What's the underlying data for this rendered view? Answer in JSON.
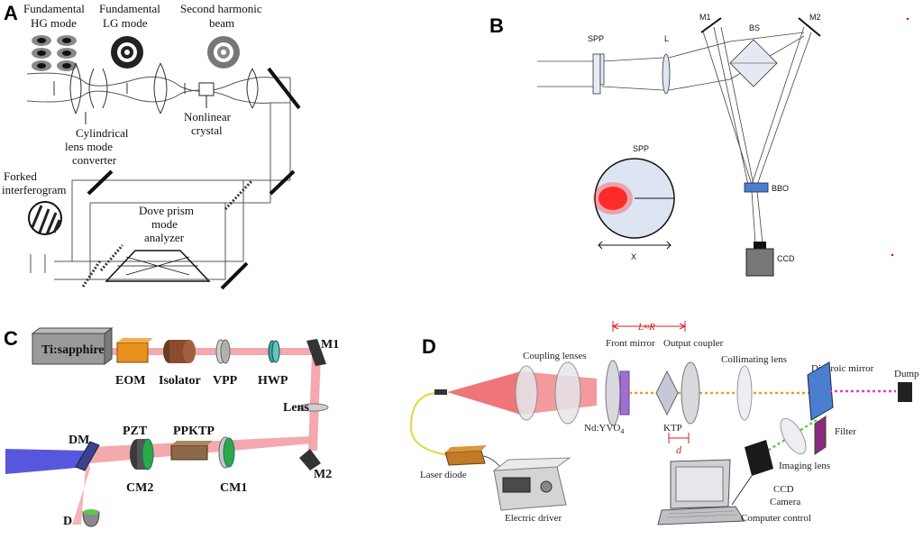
{
  "panelA": {
    "letter": "A",
    "labels": {
      "fund_hg_1": "Fundamental",
      "fund_hg_2": "HG mode",
      "fund_lg_1": "Fundamental",
      "fund_lg_2": "LG mode",
      "shg_1": "Second harmonic",
      "shg_2": "beam",
      "cyl_1": "Cylindrical",
      "cyl_2": "lens mode",
      "cyl_3": "converter",
      "nl_1": "Nonlinear",
      "nl_2": "crystal",
      "fork_1": "Forked",
      "fork_2": "interferogram",
      "dove_1": "Dove prism",
      "dove_2": "mode",
      "dove_3": "analyzer"
    }
  },
  "panelB": {
    "letter": "B",
    "labels": {
      "spp": "SPP",
      "l": "L",
      "m1": "M1",
      "m2": "M2",
      "bs": "BS",
      "bbo": "BBO",
      "ccd": "CCD",
      "spp_inset": "SPP",
      "x": "X"
    }
  },
  "panelC": {
    "letter": "C",
    "labels": {
      "laser": "Ti:sapphire",
      "eom": "EOM",
      "isolator": "Isolator",
      "vpp": "VPP",
      "hwp": "HWP",
      "m1": "M1",
      "lens": "Lens",
      "m2": "M2",
      "dm": "DM",
      "pzt": "PZT",
      "ppktp": "PPKTP",
      "cm2": "CM2",
      "cm1": "CM1",
      "d": "D"
    }
  },
  "panelD": {
    "letter": "D",
    "labels": {
      "lr": "L≈R",
      "coupling": "Coupling lenses",
      "front_mirror": "Front mirror",
      "output_coupler": "Output coupler",
      "collimating": "Collimating lens",
      "dichroic": "Dichroic mirror",
      "dump": "Dump",
      "ndyvo": "Nd:YVO",
      "ndyvo_sub": "4",
      "ktp": "KTP",
      "d": "d",
      "filter": "Filter",
      "imaging": "Imaging lens",
      "laser_diode": "Laser diode",
      "electric_driver": "Electric driver",
      "ccd1": "CCD",
      "ccd2": "Camera",
      "computer": "Computer control"
    }
  },
  "colors": {
    "beam_red": "#e8474d",
    "beam_pink": "#f2a0a4",
    "eom_orange": "#e8901c",
    "isolator_brown": "#8a4b2e",
    "cm_green": "#2aa84a",
    "ppktp_brown": "#8c6a48",
    "blue_beam": "#3a3ad8",
    "spp_fill": "#dde4f2",
    "bbo_blue": "#4a7fd0",
    "orange_dots": "#f39a22",
    "magenta_dots": "#e040c0",
    "green_dots": "#5cc94a",
    "purple_crystal": "#a070d0"
  }
}
